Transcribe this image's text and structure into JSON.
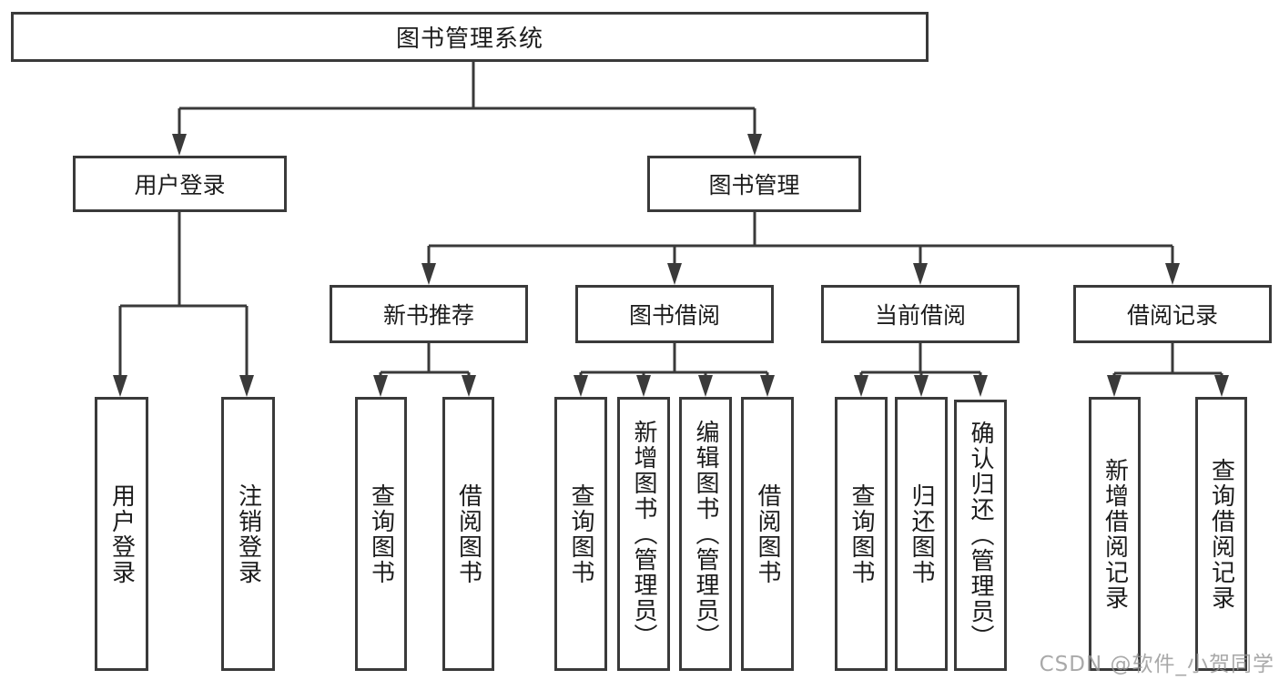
{
  "diagram": {
    "title": {
      "label": "图书管理系统"
    },
    "level2": {
      "user_login": {
        "label": "用户登录",
        "children": [
          {
            "label": "用户登录"
          },
          {
            "label": "注销登录"
          }
        ]
      },
      "book_mgmt": {
        "label": "图书管理",
        "children": {
          "new_book_rec": {
            "label": "新书推荐",
            "children": [
              {
                "label": "查询图书"
              },
              {
                "label": "借阅图书"
              }
            ]
          },
          "book_borrow": {
            "label": "图书借阅",
            "children": [
              {
                "label": "查询图书"
              },
              {
                "label": "新增图书（管理员）"
              },
              {
                "label": "编辑图书（管理员）"
              },
              {
                "label": "借阅图书"
              }
            ]
          },
          "current_borrow": {
            "label": "当前借阅",
            "children": [
              {
                "label": "查询图书"
              },
              {
                "label": "归还图书"
              },
              {
                "label": "确认归还（管理员）"
              }
            ]
          },
          "borrow_records": {
            "label": "借阅记录",
            "children": [
              {
                "label": "新增借阅记录"
              },
              {
                "label": "查询借阅记录"
              }
            ]
          }
        }
      }
    },
    "watermark": {
      "label": "CSDN @软件_小贺同学"
    },
    "colors": {
      "line": "#3a3a3a",
      "box_border": "#3a3a3a",
      "box_fill": "#ffffff",
      "text": "#1c1c1c",
      "watermark": "#969696",
      "background": "#ffffff"
    }
  }
}
